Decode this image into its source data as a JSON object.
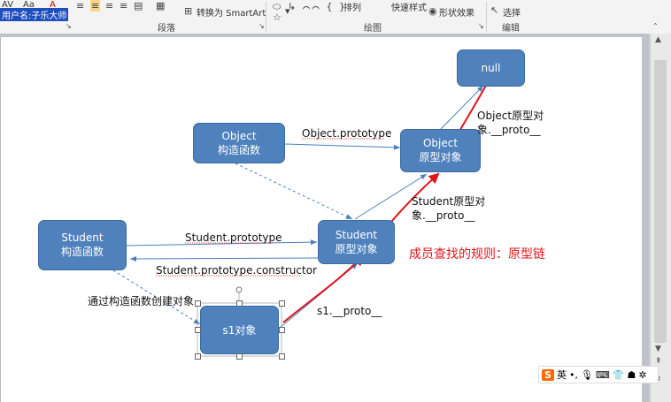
{
  "ribbon": {
    "font_snippets": [
      "AV",
      "Aa",
      "A"
    ],
    "user_badge": "用户名:子乐大师",
    "smartart_label": "转换为 SmartArt",
    "group_paragraph": "段落",
    "group_drawing": "绘图",
    "group_editing": "编辑",
    "arrange_label": "排列",
    "quick_styles_label": "快速样式",
    "shape_effects_label": "形状效果",
    "select_label": "选择"
  },
  "diagram": {
    "null_box": "null",
    "object_ctor": [
      "Object",
      "构造函数"
    ],
    "object_proto": [
      "Object",
      "原型对象"
    ],
    "student_ctor": [
      "Student",
      "构造函数"
    ],
    "student_proto": [
      "Student",
      "原型对象"
    ],
    "s1_box": "s1对象",
    "label_object_prototype": "Object.prototype",
    "label_object_proto_to_null": [
      "Object原型对",
      "象.__proto__"
    ],
    "label_student_proto_to_object": [
      "Student原型对",
      "象.__proto__"
    ],
    "label_student_prototype": "Student.prototype",
    "label_student_constructor": "Student.prototype.constructor",
    "label_create_by_ctor": "通过构造函数创建对象",
    "label_s1_proto": "s1.__proto__",
    "rule_text": "成员查找的规则：原型链"
  },
  "ime": {
    "logo": "S",
    "lang": "英"
  }
}
